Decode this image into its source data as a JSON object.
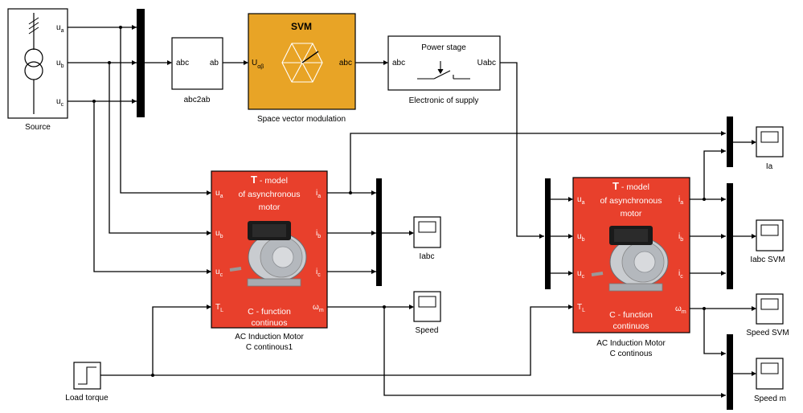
{
  "source": {
    "label": "Source",
    "ports": [
      "u",
      "u",
      "u"
    ],
    "subs": [
      "a",
      "b",
      "c"
    ]
  },
  "abc2ab": {
    "label": "abc2ab",
    "in": "abc",
    "out": "ab"
  },
  "svm": {
    "title": "SVM",
    "label": "Space vector modulation",
    "in": "U",
    "in_sub": "αβ",
    "out": "abc",
    "color": "#e8a426"
  },
  "power_stage": {
    "title": "Power stage",
    "label": "Electronic of supply",
    "in": "abc",
    "out": "Uabc"
  },
  "motor_common": {
    "line1_bold": "T",
    "line1_rest": " - model",
    "line2": "of asynchronous",
    "line3": "motor",
    "line4": "C - function",
    "line5": "continuos",
    "in_ports": [
      "u",
      "u",
      "u",
      "T"
    ],
    "in_subs": [
      "a",
      "b",
      "c",
      "L"
    ],
    "out_ports": [
      "i",
      "i",
      "i",
      "ω"
    ],
    "out_subs": [
      "a",
      "b",
      "c",
      "m"
    ],
    "color": "#e8402c"
  },
  "motor1": {
    "label_line1": "AC Induction Motor",
    "label_line2": "C continous1"
  },
  "motor2": {
    "label_line1": "AC Induction Motor",
    "label_line2": "C continous"
  },
  "scopes": {
    "iabc": "Iabc",
    "speed": "Speed",
    "ia": "Ia",
    "iabc_svm": "Iabc SVM",
    "speed_svm": "Speed SVM",
    "speed_m": "Speed m"
  },
  "load": {
    "label": "Load torque"
  }
}
